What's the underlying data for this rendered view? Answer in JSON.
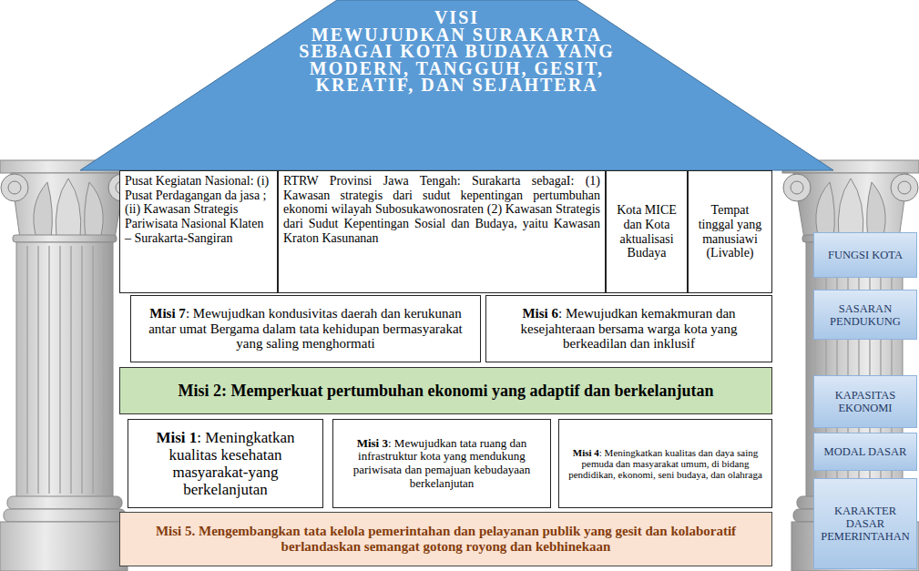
{
  "diagram": {
    "nodes": [
      {
        "text": [
          "VISI",
          "MEWUJUDKAN SURAKARTA SEBAGAI KOTA BUDAYA YANG MODERN, TANGGUH, GESIT, KREATIF, DAN SEJAHTERA"
        ]
      },
      {
        "text": [
          "Pusat Kegiatan Nasional: (i) Pusat Perdagangan da jasa ; (ii) Kawasan Strategis Pariwisata Nasional Klaten – Surakarta-Sangiran"
        ]
      },
      {
        "text": [
          "RTRW Provinsi Jawa Tengah: Surakarta sebagaI: (1) Kawasan strategis dari sudut kepentingan pertumbuhan ekonomi wilayah Subosukawonosraten (2) Kawasan Strategis dari Sudut Kepentingan Sosial dan Budaya, yaitu Kawasan Kraton Kasunanan"
        ]
      },
      {
        "text": [
          "Kota MICE dan Kota aktualisasi Budaya"
        ]
      },
      {
        "text": [
          "Tempat tinggal yang manusiawi (Livable)"
        ]
      },
      {
        "text": [
          "FUNGSI KOTA"
        ]
      },
      {
        "text": [
          "Misi 7",
          ": Mewujudkan kondusivitas daerah dan kerukunan antar umat Bergama dalam tata kehidupan bermasyarakat yang saling menghormati"
        ]
      },
      {
        "text": [
          "Misi 6",
          ": Mewujudkan kemakmuran dan kesejahteraan bersama warga kota yang berkeadilan dan inklusif"
        ]
      },
      {
        "text": [
          "SASARAN PENDUKUNG"
        ]
      },
      {
        "text": [
          "Misi 2",
          ": Memperkuat pertumbuhan ekonomi yang adaptif dan berkelanjutan"
        ]
      },
      {
        "text": [
          "KAPASITAS EKONOMI"
        ]
      },
      {
        "text": [
          "Misi 1",
          ": Meningkatkan kualitas kesehatan masyarakat-yang berkelanjutan"
        ]
      },
      {
        "text": [
          "Misi 3",
          ": Mewujudkan tata ruang dan infrastruktur kota yang mendukung pariwisata dan pemajuan kebudayaan berkelanjutan"
        ]
      },
      {
        "text": [
          "Misi 4",
          ": Meningkatkan kualitas dan daya saing pemuda dan masyarakat umum, di bidang pendidikan, ekonomi, seni budaya, dan olahraga"
        ]
      },
      {
        "text": [
          "MODAL DASAR"
        ]
      },
      {
        "text": [
          "Misi 5",
          ". Mengembangkan tata kelola pemerintahan dan pelayanan publik yang gesit dan kolaboratif berlandaskan semangat gotong royong dan kebhinekaan"
        ]
      },
      {
        "text": [
          "KARAKTER DASAR PEMERINTAHAN"
        ]
      }
    ]
  }
}
